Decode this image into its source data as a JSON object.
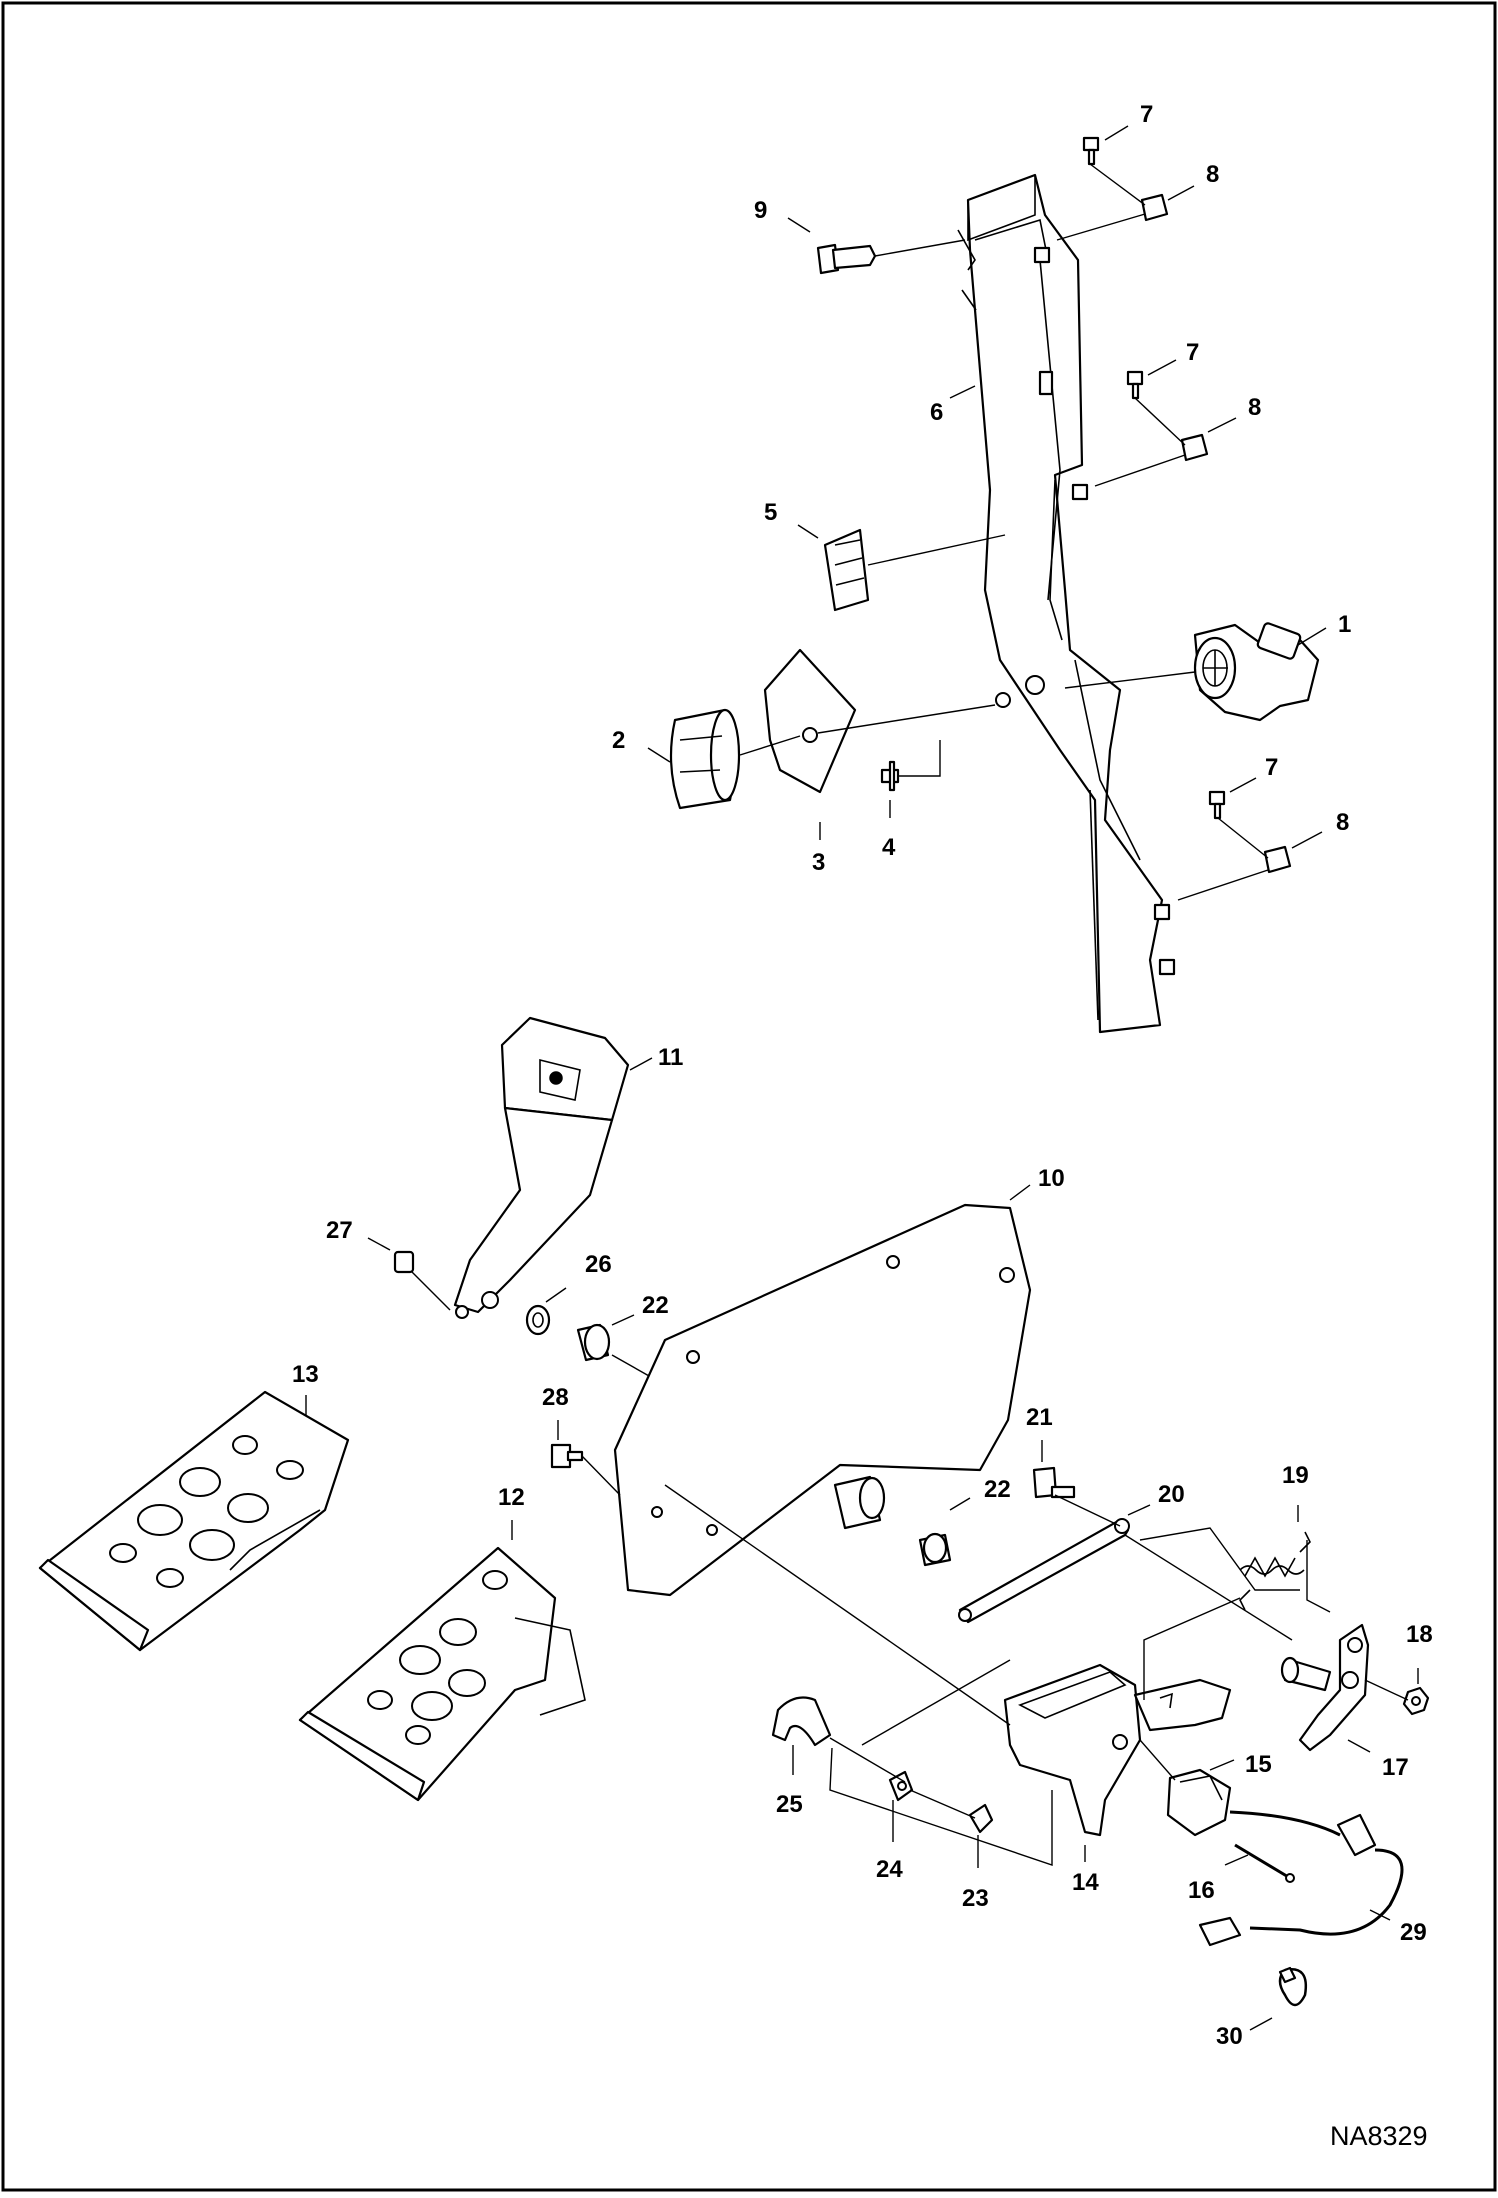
{
  "drawing_id": "NA8329",
  "callouts": [
    {
      "id": "c1",
      "label": "1"
    },
    {
      "id": "c2",
      "label": "2"
    },
    {
      "id": "c3",
      "label": "3"
    },
    {
      "id": "c4",
      "label": "4"
    },
    {
      "id": "c5",
      "label": "5"
    },
    {
      "id": "c6",
      "label": "6"
    },
    {
      "id": "c7a",
      "label": "7"
    },
    {
      "id": "c7b",
      "label": "7"
    },
    {
      "id": "c7c",
      "label": "7"
    },
    {
      "id": "c8a",
      "label": "8"
    },
    {
      "id": "c8b",
      "label": "8"
    },
    {
      "id": "c8c",
      "label": "8"
    },
    {
      "id": "c9",
      "label": "9"
    },
    {
      "id": "c10",
      "label": "10"
    },
    {
      "id": "c11",
      "label": "11"
    },
    {
      "id": "c12",
      "label": "12"
    },
    {
      "id": "c13",
      "label": "13"
    },
    {
      "id": "c14",
      "label": "14"
    },
    {
      "id": "c15",
      "label": "15"
    },
    {
      "id": "c16",
      "label": "16"
    },
    {
      "id": "c17",
      "label": "17"
    },
    {
      "id": "c18",
      "label": "18"
    },
    {
      "id": "c19",
      "label": "19"
    },
    {
      "id": "c20",
      "label": "20"
    },
    {
      "id": "c21",
      "label": "21"
    },
    {
      "id": "c22a",
      "label": "22"
    },
    {
      "id": "c22b",
      "label": "22"
    },
    {
      "id": "c23",
      "label": "23"
    },
    {
      "id": "c24",
      "label": "24"
    },
    {
      "id": "c25",
      "label": "25"
    },
    {
      "id": "c26",
      "label": "26"
    },
    {
      "id": "c27",
      "label": "27"
    },
    {
      "id": "c28",
      "label": "28"
    },
    {
      "id": "c29",
      "label": "29"
    },
    {
      "id": "c30",
      "label": "30"
    }
  ]
}
